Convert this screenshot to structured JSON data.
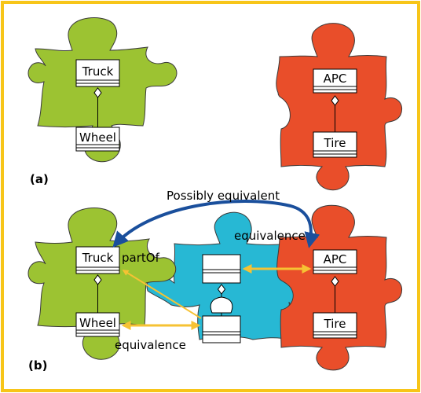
{
  "colors": {
    "frame_border": "#f7c518",
    "puzzle_green": "#9cc332",
    "puzzle_red": "#e94e2a",
    "puzzle_cyan": "#27b8d4",
    "arc_blue": "#1a4f9c",
    "arrow_yellow": "#f6c233"
  },
  "panel_a": {
    "label": "(a)",
    "left_piece": {
      "top_class": "Truck",
      "bottom_class": "Wheel"
    },
    "right_piece": {
      "top_class": "APC",
      "bottom_class": "Tire"
    }
  },
  "panel_b": {
    "label": "(b)",
    "left_piece": {
      "top_class": "Truck",
      "bottom_class": "Wheel"
    },
    "right_piece": {
      "top_class": "APC",
      "bottom_class": "Tire"
    },
    "arc_label": "Possibly equivalent",
    "equivalence_top": "equivalence",
    "equivalence_bottom": "equivalence",
    "part_of": "partOf"
  }
}
